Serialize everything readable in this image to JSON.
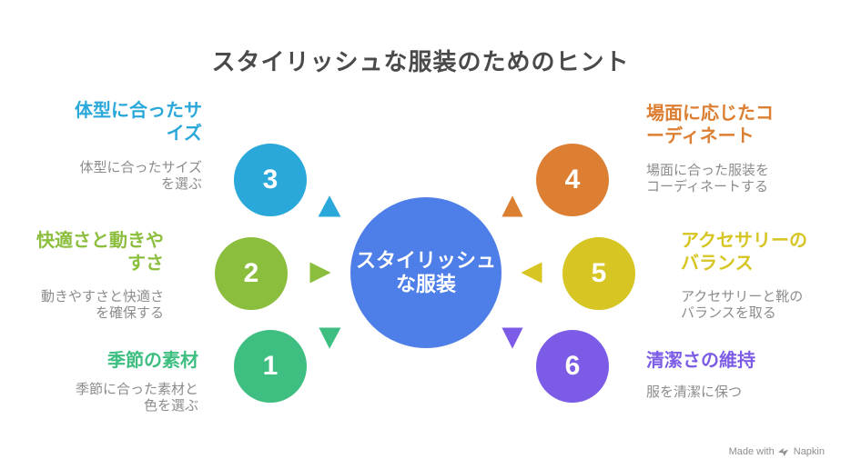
{
  "title": "スタイリッシュな服装のためのヒント",
  "center": {
    "lines": [
      "スタイリッシュ",
      "な服装"
    ],
    "color": "#4E7EE7"
  },
  "items": [
    {
      "number": "1",
      "heading_lines": [
        "季節の素材",
        ""
      ],
      "desc_lines": [
        "季節に合った素材と",
        "色を選ぶ"
      ],
      "color": "#3EBE81"
    },
    {
      "number": "2",
      "heading_lines": [
        "快適さと動きや",
        "すさ"
      ],
      "desc_lines": [
        "動きやすさと快適さ",
        "を確保する"
      ],
      "color": "#8CBE3E"
    },
    {
      "number": "3",
      "heading_lines": [
        "体型に合ったサ",
        "イズ"
      ],
      "desc_lines": [
        "体型に合ったサイズ",
        "を選ぶ"
      ],
      "color": "#2AA8DA"
    },
    {
      "number": "4",
      "heading_lines": [
        "場面に応じたコ",
        "ーディネート"
      ],
      "desc_lines": [
        "場面に合った服装を",
        "コーディネートする"
      ],
      "color": "#DC7F33"
    },
    {
      "number": "5",
      "heading_lines": [
        "アクセサリーの",
        "バランス"
      ],
      "desc_lines": [
        "アクセサリーと靴の",
        "バランスを取る"
      ],
      "color": "#D6C522"
    },
    {
      "number": "6",
      "heading_lines": [
        "清潔さの維持",
        ""
      ],
      "desc_lines": [
        "服を清潔に保つ",
        ""
      ],
      "color": "#7C5CE6"
    }
  ],
  "footer": {
    "made_with": "Made with",
    "brand": "Napkin"
  },
  "colors": {
    "title": "#4A4A4A",
    "description": "#8C8C8C",
    "footer": "#8E8E8E",
    "background": "#FFFFFF"
  }
}
